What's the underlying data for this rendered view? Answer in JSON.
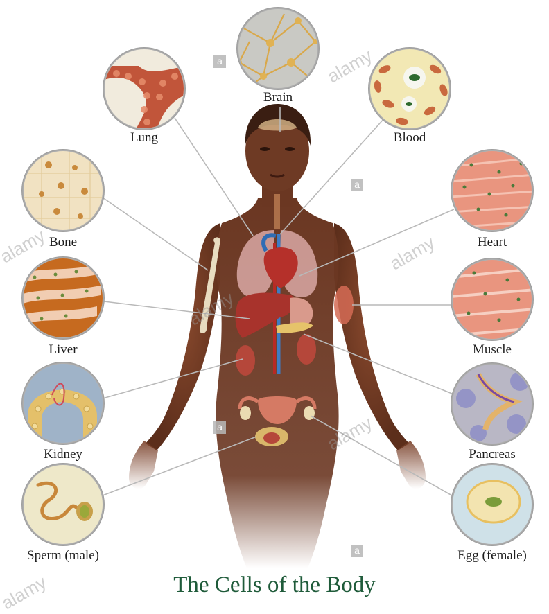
{
  "title": "The Cells of the Body",
  "watermark": {
    "text": "alamy",
    "mark": "a"
  },
  "cells": [
    {
      "id": "brain",
      "label": "Brain",
      "icon": "neuron-cells-icon"
    },
    {
      "id": "lung",
      "label": "Lung",
      "icon": "alveolar-cells-icon"
    },
    {
      "id": "blood",
      "label": "Blood",
      "icon": "blood-cells-icon"
    },
    {
      "id": "bone",
      "label": "Bone",
      "icon": "osteocyte-cells-icon"
    },
    {
      "id": "heart",
      "label": "Heart",
      "icon": "cardiac-muscle-cells-icon"
    },
    {
      "id": "liver",
      "label": "Liver",
      "icon": "hepatocyte-cells-icon"
    },
    {
      "id": "muscle",
      "label": "Muscle",
      "icon": "skeletal-muscle-cells-icon"
    },
    {
      "id": "kidney",
      "label": "Kidney",
      "icon": "nephron-cells-icon"
    },
    {
      "id": "pancreas",
      "label": "Pancreas",
      "icon": "pancreatic-cells-icon"
    },
    {
      "id": "sperm",
      "label": "Sperm (male)",
      "icon": "sperm-cell-icon"
    },
    {
      "id": "egg",
      "label": "Egg (female)",
      "icon": "egg-cell-icon"
    }
  ],
  "colors": {
    "skin": "#6b3722",
    "skin_light": "#8a4a2e",
    "title": "#1f5b3a",
    "leader_line": "#b9b9b9",
    "circle_rim": "#c8c8c8"
  }
}
